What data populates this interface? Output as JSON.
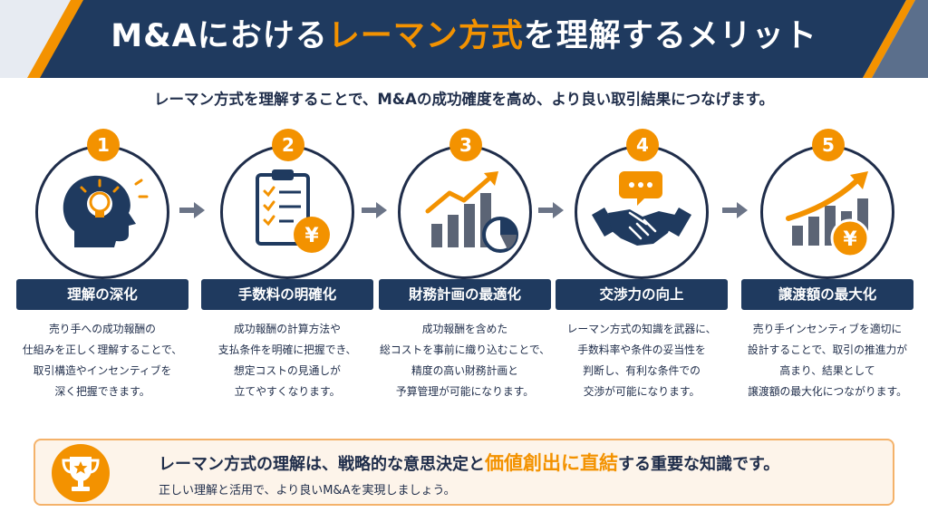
{
  "header": {
    "title_pre": "M&Aにおける",
    "title_hl": "レーマン方式",
    "title_post": "を理解するメリット"
  },
  "subtitle": "レーマン方式を理解することで、M&Aの成功確度を高め、より良い取引結果につなげます。",
  "steps": [
    {
      "number": "1",
      "label": "理解の深化",
      "icon": "head-lightbulb-icon",
      "desc": [
        "売り手への成功報酬の",
        "仕組みを正しく理解することで、",
        "取引構造やインセンティブを",
        "深く把握できます。"
      ]
    },
    {
      "number": "2",
      "label": "手数料の明確化",
      "icon": "clipboard-checklist-yen-icon",
      "desc": [
        "成功報酬の計算方法や",
        "支払条件を明確に把握でき、",
        "想定コストの見通しが",
        "立てやすくなります。"
      ]
    },
    {
      "number": "3",
      "label": "財務計画の最適化",
      "icon": "bar-chart-pie-icon",
      "desc": [
        "成功報酬を含めた",
        "総コストを事前に織り込むことで、",
        "精度の高い財務計画と",
        "予算管理が可能になります。"
      ]
    },
    {
      "number": "4",
      "label": "交渉力の向上",
      "icon": "handshake-speech-icon",
      "desc": [
        "レーマン方式の知識を武器に、",
        "手数料率や条件の妥当性を",
        "判断し、有利な条件での",
        "交渉が可能になります。"
      ]
    },
    {
      "number": "5",
      "label": "譲渡額の最大化",
      "icon": "growth-chart-yen-icon",
      "desc": [
        "売り手インセンティブを適切に",
        "設計することで、取引の推進力が",
        "高まり、結果として",
        "譲渡額の最大化につながります。"
      ]
    }
  ],
  "bottom": {
    "icon": "trophy-icon",
    "line1_a": "レーマン方式の理解",
    "line1_b": "は、戦略的な意思決定と",
    "line1_hl": "価値創出に直結",
    "line1_c": "する重要な知識です。",
    "line2": "正しい理解と活用で、より良いM&Aを実現しましょう。"
  },
  "colors": {
    "navy": "#1f3a5f",
    "orange": "#f39200",
    "gray": "#5b6475"
  }
}
